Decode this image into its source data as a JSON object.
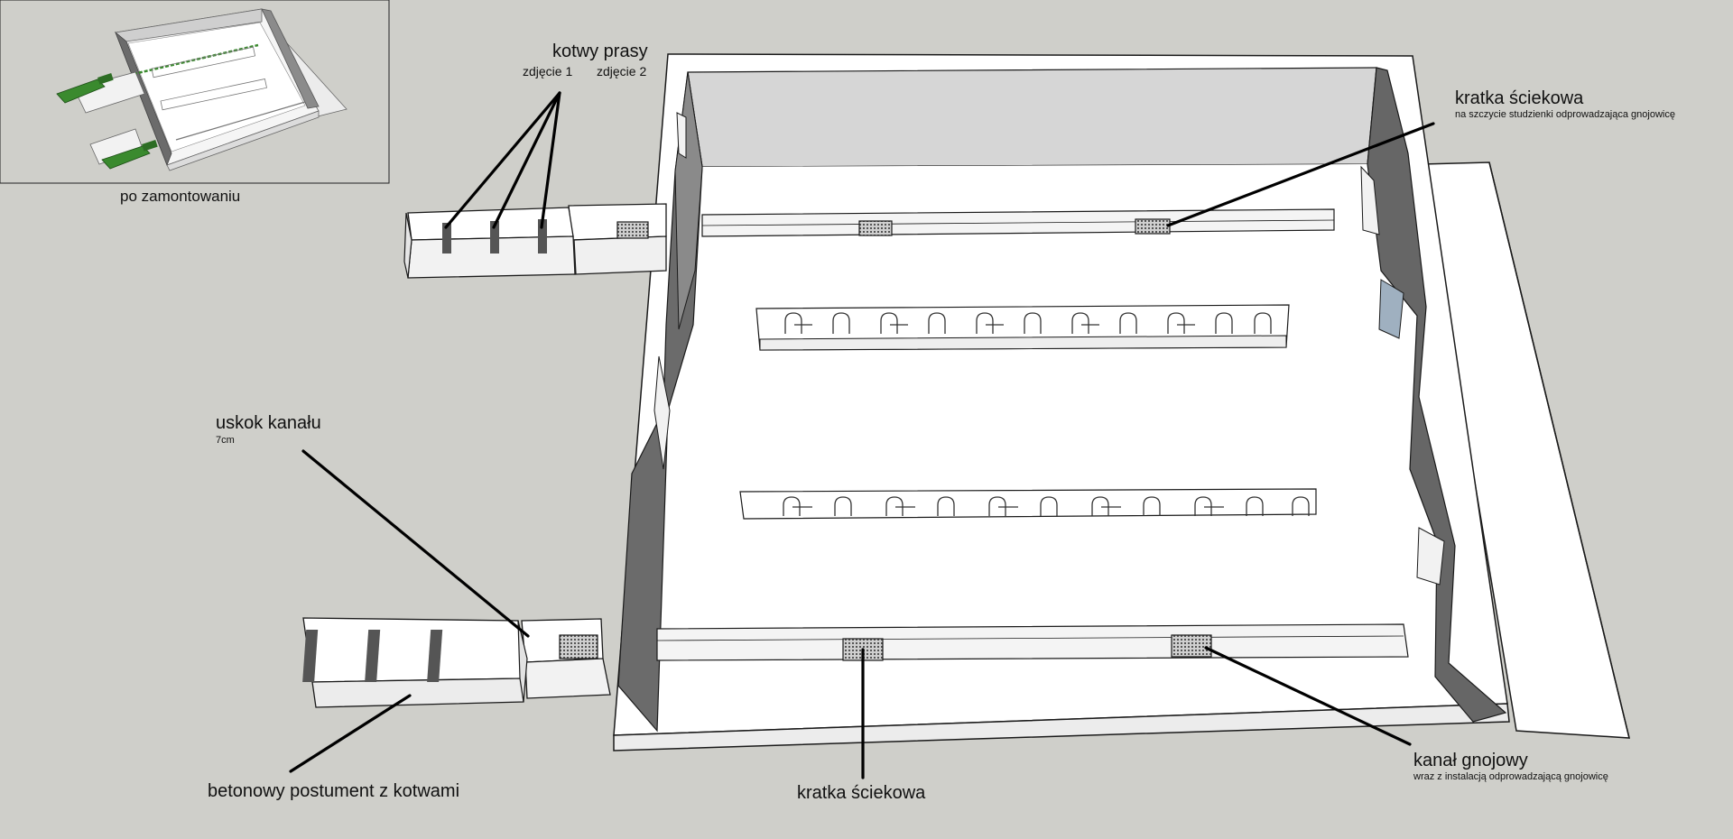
{
  "inset": {
    "caption": "po zamontowaniu"
  },
  "labels": {
    "anchors": {
      "title": "kotwy prasy",
      "photo1": "zdjęcie 1",
      "photo2": "zdjęcie 2"
    },
    "drain_top": {
      "title": "kratka ściekowa",
      "subtitle": "na szczycie studzienki odprowadzająca gnojowicę"
    },
    "channel_step": {
      "title": "uskok kanału",
      "subtitle": "7cm"
    },
    "pedestal": {
      "title": "betonowy postument z kotwami"
    },
    "drain_bottom": {
      "title": "kratka ściekowa"
    },
    "manure_channel": {
      "title": "kanał gnojowy",
      "subtitle": "wraz z instalacją odprowadzającą gnojowicę"
    }
  },
  "colors": {
    "background": "#cfcfca",
    "concrete": "#ffffff",
    "shadow_wall": "#6b6b6b",
    "back_wall": "#d6d6d6",
    "outline": "#1a1a1a",
    "machine_green": "#3a8a2e"
  }
}
